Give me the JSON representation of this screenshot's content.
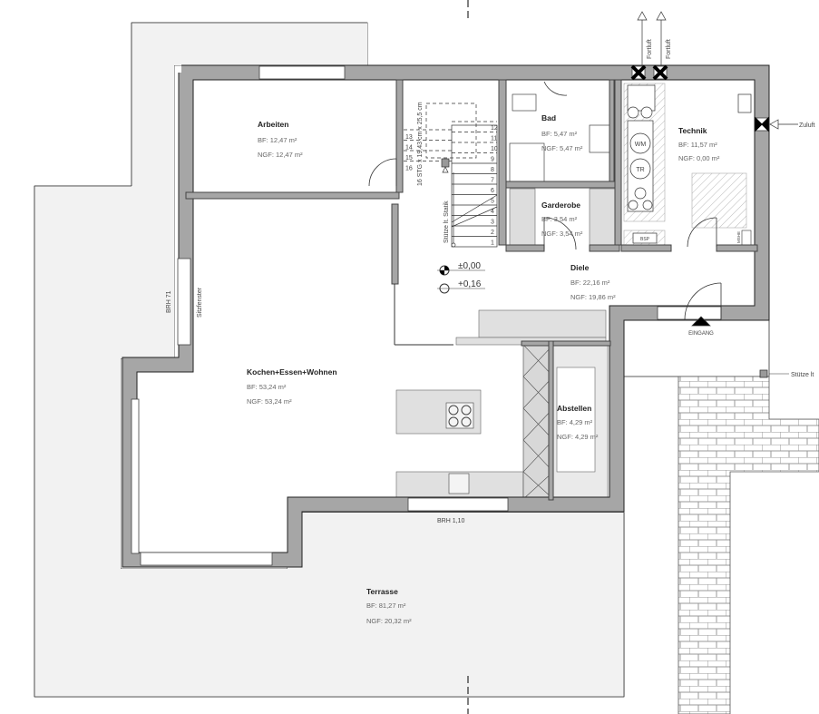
{
  "rooms": {
    "arbeiten": {
      "name": "Arbeiten",
      "bf": "BF: 12,47 m²",
      "ngf": "NGF: 12,47 m²"
    },
    "bad": {
      "name": "Bad",
      "bf": "BF: 5,47 m²",
      "ngf": "NGF: 5,47 m²"
    },
    "garderobe": {
      "name": "Garderobe",
      "bf": "BF: 3,54 m²",
      "ngf": "NGF: 3,54 m²"
    },
    "technik": {
      "name": "Technik",
      "bf": "BF: 11,57 m²",
      "ngf": "NGF: 0,00 m²"
    },
    "diele": {
      "name": "Diele",
      "bf": "BF: 22,16 m²",
      "ngf": "NGF: 19,86 m²"
    },
    "kochen": {
      "name": "Kochen+Essen+Wohnen",
      "bf": "BF: 53,24 m²",
      "ngf": "NGF: 53,24 m²"
    },
    "abstellen": {
      "name": "Abstellen",
      "bf": "BF: 4,29 m²",
      "ngf": "NGF: 4,29 m²"
    },
    "terrasse": {
      "name": "Terrasse",
      "bf": "BF: 81,27 m²",
      "ngf": "NGF: 20,32 m²"
    }
  },
  "labels": {
    "brh71": "BRH 71",
    "sitzfenster": "Sitzfenster",
    "brh110": "BRH 1,10",
    "stair": "16 STG x 19,43 cm x 25,5 cm",
    "stuetze_statik": "Stütze lt. Statik",
    "level_0": "±0,00",
    "level_1": "+0,16",
    "fortluft_1": "Fortluft",
    "fortluft_2": "Fortluft",
    "zuluft": "Zuluft",
    "eingang": "EINGANG",
    "stuetze_lt": "Stütze lt",
    "wm": "WM",
    "tr": "TR",
    "bsp": "BSP",
    "mshe": "MSHE"
  },
  "stair_steps": [
    "1",
    "2",
    "3",
    "4",
    "5",
    "6",
    "7",
    "8",
    "9",
    "10",
    "11",
    "12",
    "13",
    "14",
    "15",
    "16"
  ],
  "colors": {
    "wall": "#a6a6a6",
    "outdoor": "#f2f2f2",
    "fixture": "#e0e0e0"
  }
}
